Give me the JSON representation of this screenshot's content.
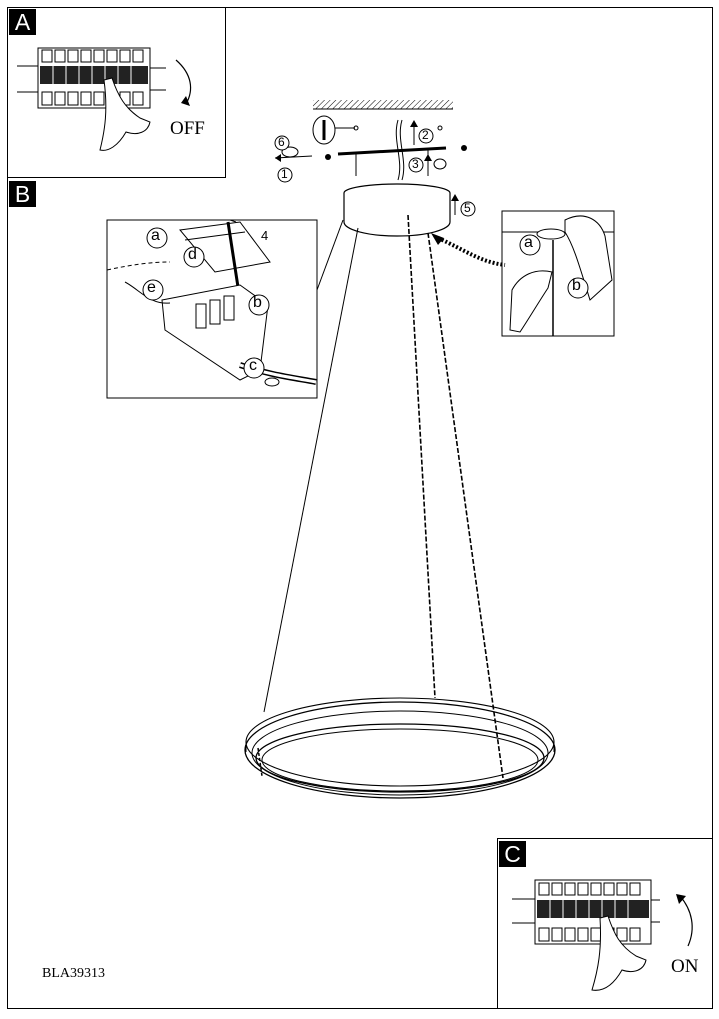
{
  "steps": {
    "a_label": "A",
    "b_label": "B",
    "c_label": "C"
  },
  "switch_off_text": "OFF",
  "switch_on_text": "ON",
  "model_code": "BLA39313",
  "callouts": {
    "n1": "1",
    "n2": "2",
    "n3": "3",
    "n4": "4",
    "n5": "5",
    "n6": "6",
    "terminal_a": "a",
    "terminal_b": "b",
    "terminal_c": "c",
    "terminal_d": "d",
    "terminal_e": "e",
    "canopy_a": "a",
    "canopy_b": "b"
  }
}
